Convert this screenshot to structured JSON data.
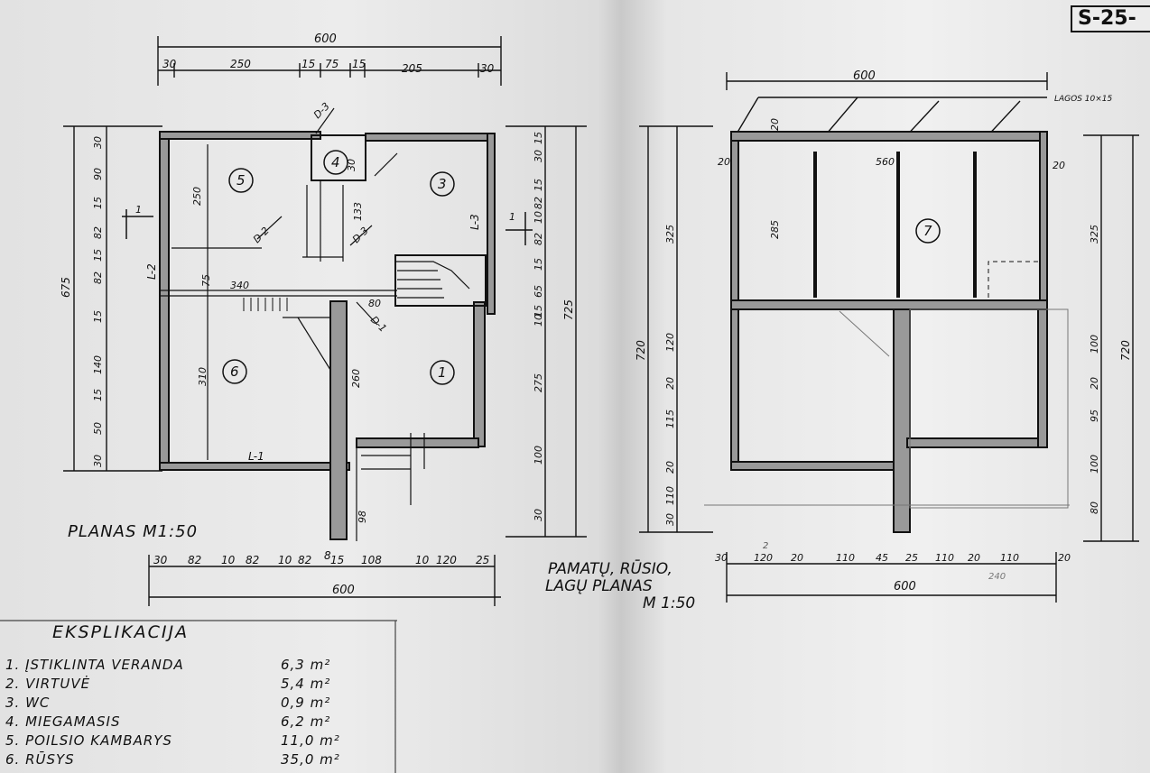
{
  "sheet_id": "S-25-",
  "plan1": {
    "title": "PLANAS M1:50",
    "top_total": "600",
    "top_dims": [
      "30",
      "250",
      "15",
      "75",
      "15",
      "205",
      "30"
    ],
    "bottom_dims": [
      "30",
      "82",
      "10",
      "82",
      "10",
      "82",
      "8",
      "15",
      "108",
      "10",
      "120",
      "25"
    ],
    "bottom_total": "600",
    "left_total": "675",
    "left_dims": [
      "30",
      "90",
      "15",
      "82",
      "15",
      "82",
      "15",
      "140",
      "15",
      "50",
      "30"
    ],
    "right_dims_a": [
      "15",
      "30",
      "15",
      "82",
      "10",
      "82",
      "15",
      "65",
      "15",
      "10",
      "275",
      "100",
      "30"
    ],
    "right_total": "725",
    "rooms": [
      "1",
      "3",
      "4",
      "5",
      "6"
    ],
    "inner_dims": [
      "250",
      "75",
      "340",
      "310",
      "260",
      "80",
      "133",
      "30",
      "98"
    ],
    "wall_labels": [
      "L-1",
      "L-2",
      "L-3"
    ],
    "door_labels": [
      "D-3",
      "D-2",
      "D-3",
      "D-1"
    ],
    "section_marks": [
      "1",
      "1"
    ]
  },
  "plan2": {
    "title_line1": "PAMATŲ, RŪSIO,",
    "title_line2": "LAGŲ PLANAS",
    "title_line3": "M 1:50",
    "top_total": "600",
    "lagos_label": "LAGOS 10×15",
    "inner_top": [
      "20",
      "560",
      "20"
    ],
    "inner_dims": [
      "20",
      "285"
    ],
    "room": "7",
    "bottom_dims": [
      "30",
      "120",
      "20",
      "110",
      "45",
      "25",
      "110",
      "20",
      "110",
      "20"
    ],
    "bottom_total": "600",
    "left_total": "720",
    "left_dims": [
      "325",
      "120",
      "20",
      "115",
      "20",
      "110",
      "30"
    ],
    "right_total": "720",
    "right_dims": [
      "325",
      "100",
      "20",
      "95",
      "100",
      "80"
    ],
    "faint_marks": [
      "2",
      "240"
    ]
  },
  "legend": {
    "title": "EKSPLIKACIJA",
    "rows": [
      {
        "name": "1. ĮSTIKLINTA VERANDA",
        "area": "6,3 m²"
      },
      {
        "name": "2. VIRTUVĖ",
        "area": "5,4 m²"
      },
      {
        "name": "3. WC",
        "area": "0,9 m²"
      },
      {
        "name": "4. MIEGAMASIS",
        "area": "6,2 m²"
      },
      {
        "name": "5. POILSIO KAMBARYS",
        "area": "11,0 m²"
      },
      {
        "name": "6. RŪSYS",
        "area": "35,0 m²"
      }
    ]
  },
  "colors": {
    "ink": "#111111",
    "paper": "#e6e6e6",
    "wall_fill": "#888888"
  }
}
